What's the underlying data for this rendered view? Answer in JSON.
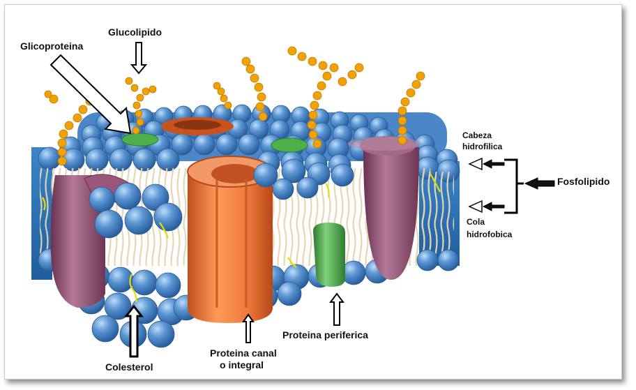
{
  "labels": {
    "glucolipido": "Glucolipido",
    "glicoproteina": "Glicoproteina",
    "cabeza_line1": "Cabeza",
    "cabeza_line2": "hidrofilica",
    "cola_line1": "Cola",
    "cola_line2": "hidrofobica",
    "fosfolipido": "Fosfolipido",
    "proteina_periferica": "Proteina periferica",
    "proteina_canal_line1": "Proteina canal",
    "proteina_canal_line2": "o integral",
    "colesterol": "Colesterol"
  },
  "colors": {
    "head_blue": "#4a86c8",
    "head_highlight": "#a9cdf2",
    "core_blue": "#2f75b8",
    "channel_orange": "#f07a3a",
    "integral_mauve": "#8a4a6a",
    "peripheral_green": "#49a84a",
    "sugar_orange": "#f2a100",
    "tail_tan": "#e8d3b0",
    "cholesterol_yellow": "#e6e000"
  }
}
